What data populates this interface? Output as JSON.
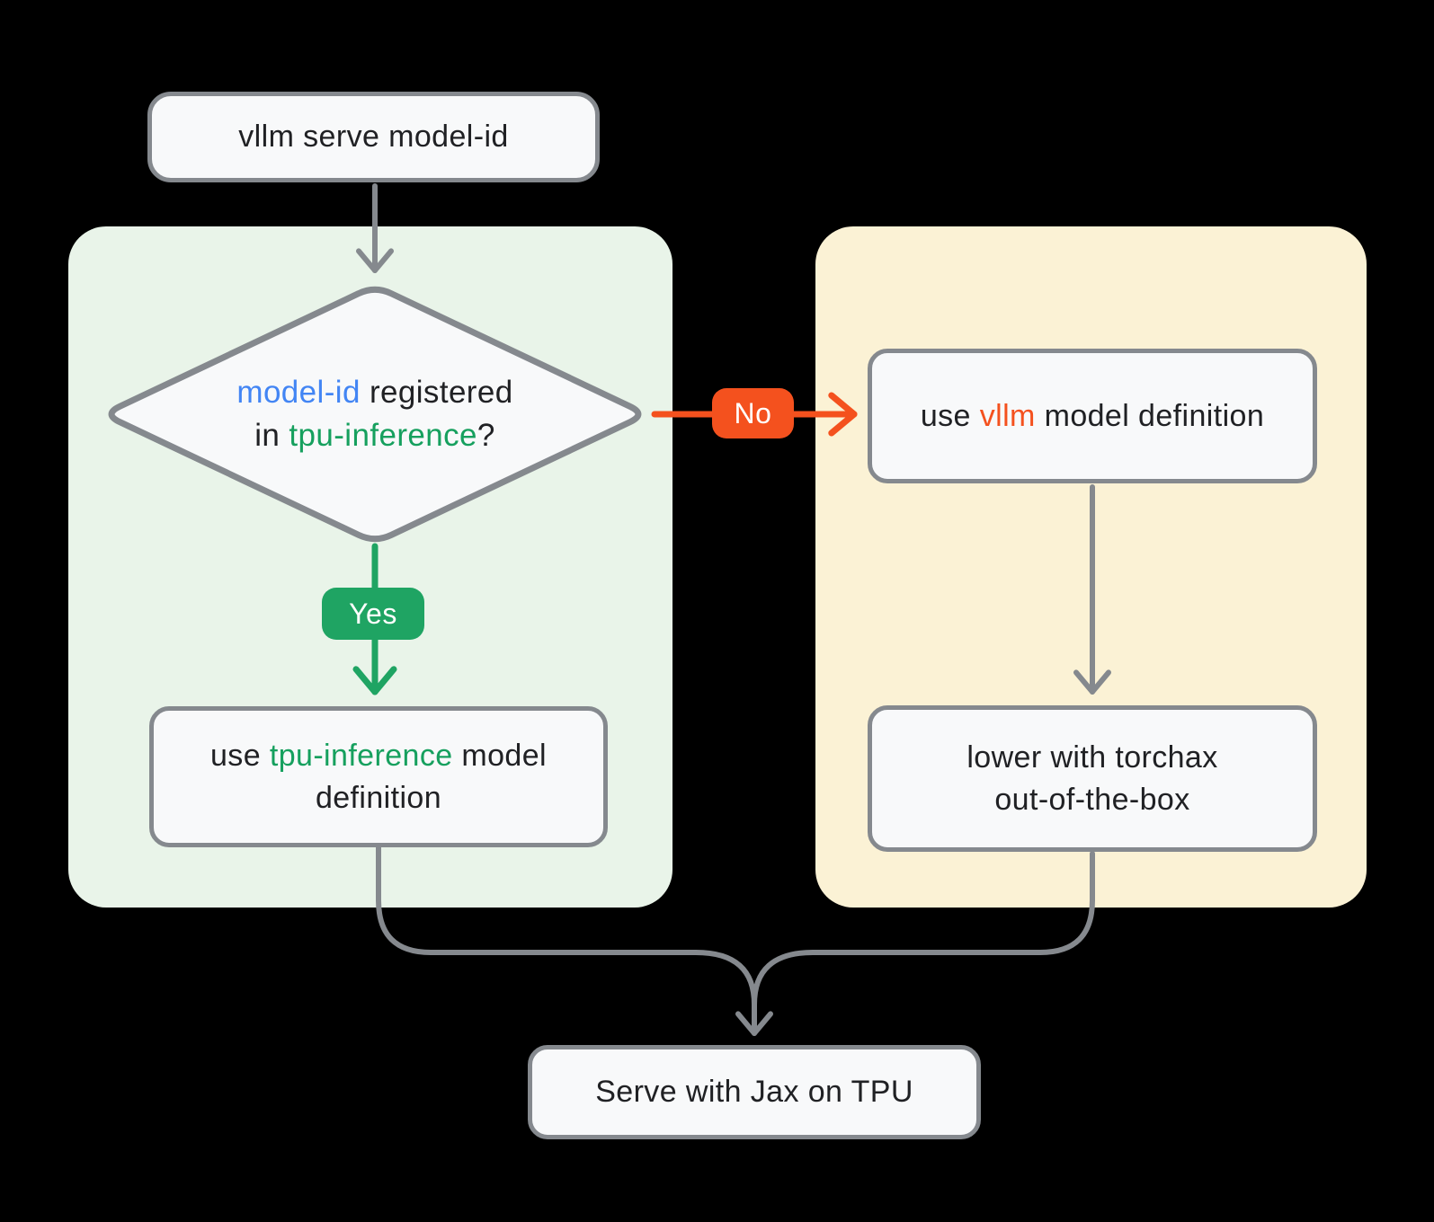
{
  "diagram": {
    "title_hidden": "",
    "start": {
      "label": "vllm serve model-id"
    },
    "decision": {
      "line1_highlight": "model-id",
      "line1_rest": " registered",
      "line2_prefix": "in ",
      "line2_highlight": "tpu-inference",
      "line2_suffix": "?"
    },
    "yes_label": "Yes",
    "no_label": "No",
    "yes_result": {
      "prefix": "use ",
      "highlight": "tpu-inference",
      "suffix": " model",
      "line2": "definition"
    },
    "no_result": {
      "prefix": "use ",
      "highlight": "vllm",
      "suffix": " model definition"
    },
    "no_step2": {
      "line1": "lower with torchax",
      "line2": "out-of-the-box"
    },
    "end": {
      "label": "Serve with Jax on TPU"
    }
  },
  "colors": {
    "background": "#000000",
    "node_fill": "#F8F9FA",
    "node_border": "#85898E",
    "connector_gray": "#85898E",
    "branch_green": "#1FA463",
    "branch_orange": "#F4511E",
    "text_primary": "#202124",
    "accent_blue": "#4285F4",
    "accent_green": "#16A05E",
    "accent_orange": "#F4511E",
    "panel_yes_bg": "#E9F4E9",
    "panel_no_bg": "#FBF2D5"
  }
}
